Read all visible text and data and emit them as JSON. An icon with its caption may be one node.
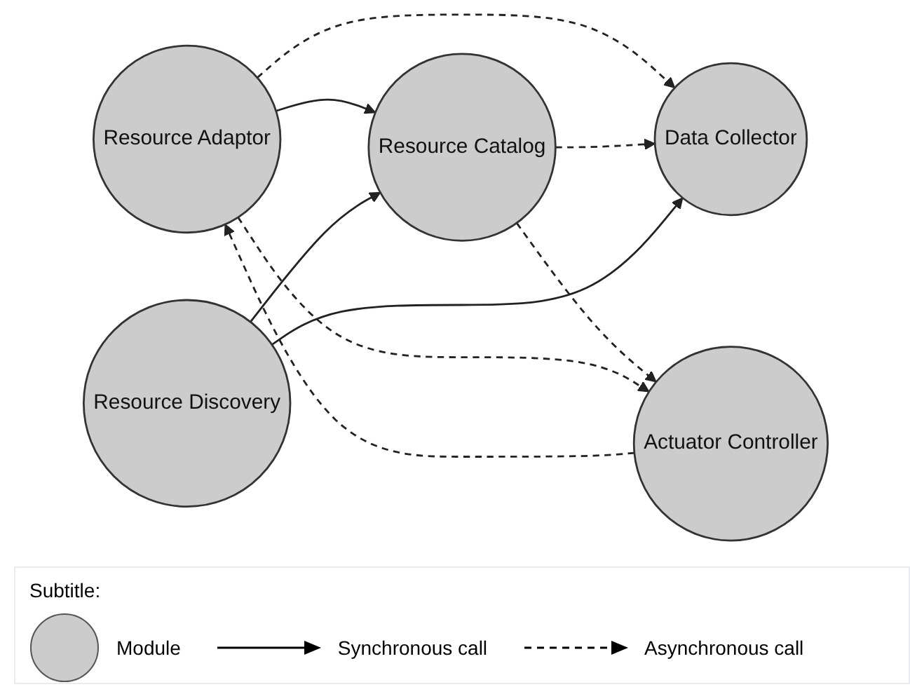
{
  "diagram": {
    "nodes": [
      {
        "text": [
          "Data Collector"
        ]
      },
      {
        "text": [
          "Resource Adaptor"
        ]
      },
      {
        "text": [
          "Resource Discovery"
        ]
      },
      {
        "text": [
          "Actuator Controller"
        ]
      },
      {
        "text": [
          "Resource Catalog"
        ]
      }
    ],
    "edges": [
      {
        "from": 1,
        "to": 0,
        "arrow": "to",
        "style": "dashed"
      },
      {
        "from": 1,
        "to": 4,
        "arrow": "to"
      },
      {
        "from": 4,
        "to": 0,
        "arrow": "to",
        "style": "dashed"
      },
      {
        "from": 2,
        "to": 0,
        "arrow": "to"
      },
      {
        "from": 2,
        "to": 4,
        "arrow": "to"
      },
      {
        "from": 4,
        "to": 3,
        "arrow": "to",
        "style": "dashed"
      },
      {
        "from": 3,
        "to": 1,
        "arrow": "to",
        "style": "dashed"
      },
      {
        "from": 1,
        "to": 3,
        "arrow": "to",
        "style": "dashed"
      }
    ],
    "labels": [
      "Subtitle:"
    ],
    "legend": [
      {
        "text": "Module",
        "color": "#cccccc"
      },
      {
        "text": "Synchronous call"
      },
      {
        "text": "Asynchronous call"
      }
    ]
  }
}
